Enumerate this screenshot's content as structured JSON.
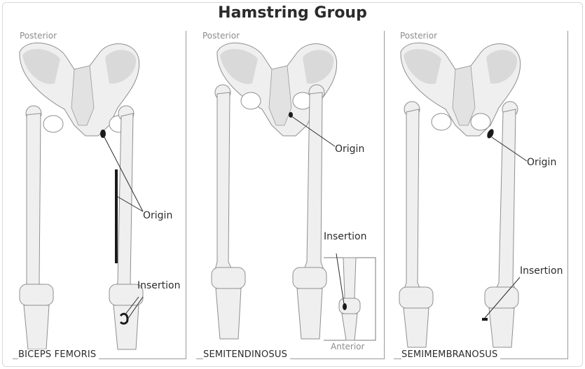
{
  "title": "Hamstring Group",
  "view_label": "Posterior",
  "panels": [
    {
      "muscle": "BICEPS FEMORIS",
      "origin_label": "Origin",
      "insertion_label": "Insertion"
    },
    {
      "muscle": "SEMITENDINOSUS",
      "origin_label": "Origin",
      "insertion_label": "Insertion",
      "inset_label": "Anterior"
    },
    {
      "muscle": "SEMIMEMBRANOSUS",
      "origin_label": "Origin",
      "insertion_label": "Insertion"
    }
  ],
  "colors": {
    "bone": "#efefef",
    "bone_shadow": "#c9c9c9",
    "bone_outline": "#8f8f8f",
    "attachment": "#1a1a1a",
    "leader": "#2b2b2b"
  }
}
